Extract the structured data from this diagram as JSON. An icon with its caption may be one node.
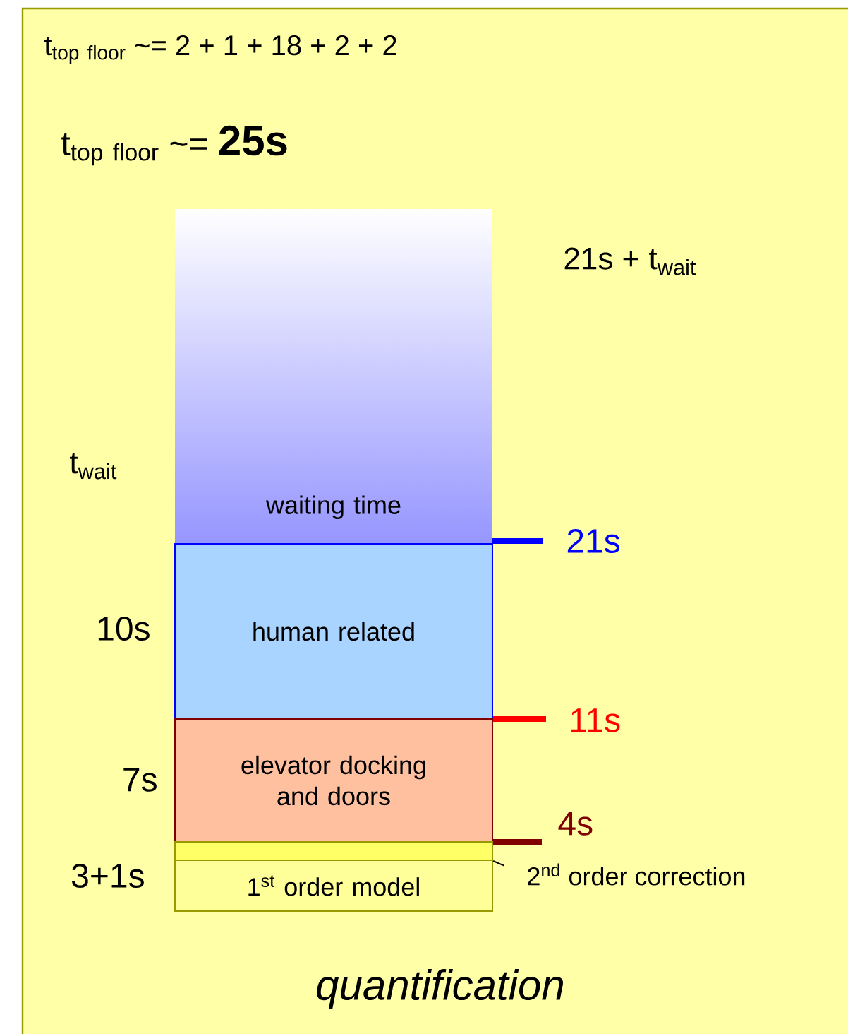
{
  "diagram": {
    "caption": "quantification",
    "nodes": [
      {
        "text": [
          "waiting time"
        ]
      },
      {
        "text": [
          "human related"
        ]
      },
      {
        "text": [
          "elevator docking and doors"
        ]
      },
      {
        "text": [],
        "shape": "box"
      },
      {
        "text": [
          "1$^{st}$ order model"
        ]
      },
      {
        "text": [
          "2$^{nd}$ order correction"
        ]
      }
    ],
    "edges": [
      {
        "from": 5,
        "to": 3,
        "arrow": "none"
      }
    ],
    "labels": [
      "\\mathrm{t}_{\\mathrm{top\\ floor}}\\mbox{ \\textasciitilde= 2 + 1 + 18 + 2 + 2}",
      "\\mathrm{t}_{\\mathrm{top\\ floor}}\\mbox{ \\textasciitilde= \\textbf{\\fontsize{30}{34}\\selectfont 25s}}",
      "21s + t$_{wait}$",
      "t$_{wait}$",
      "10s",
      "7s",
      "3+1s",
      "21s",
      "11s",
      "4s"
    ]
  }
}
